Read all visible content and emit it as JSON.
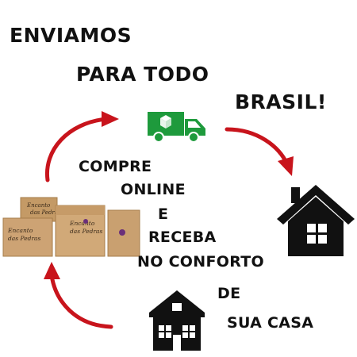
{
  "headline": {
    "line1": "ENVIAMOS",
    "line2": "PARA TODO",
    "line3": "BRASIL!"
  },
  "center_text": [
    "COMPRE",
    "ONLINE",
    "E",
    "RECEBA",
    "NO CONFORTO",
    "DE",
    "SUA CASA"
  ],
  "box_labels": {
    "box1_line1": "Encanto",
    "box1_line2": "das Pedras",
    "box2_line1": "Encanto",
    "box2_line2": "das Pedras",
    "box3_line1": "Encanto",
    "box3_line2": "das Pedras"
  },
  "icons": [
    "delivery-truck-icon",
    "house-icon",
    "house-icon",
    "cardboard-boxes-icon",
    "curved-arrow-icon"
  ],
  "colors": {
    "truck": "#1e9a3c",
    "arrow": "#c8141c",
    "box": "#c9a070",
    "house": "#111111"
  }
}
